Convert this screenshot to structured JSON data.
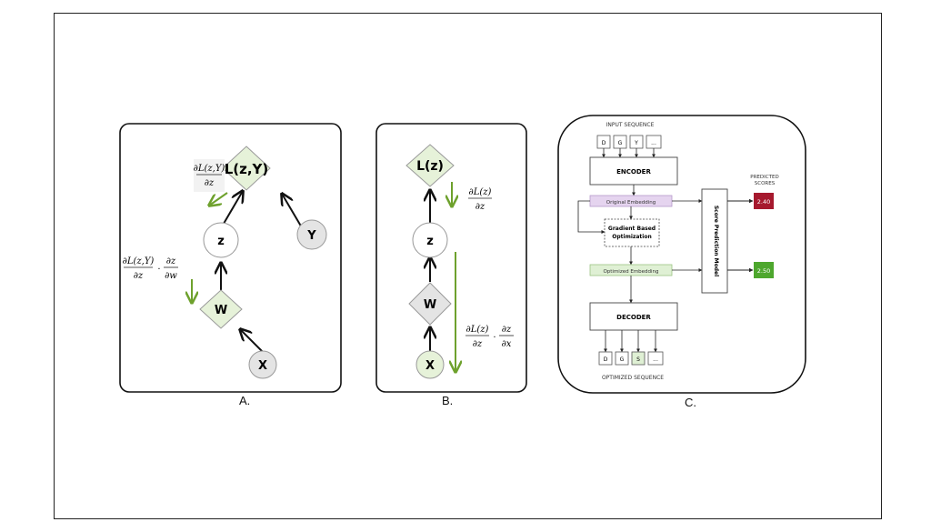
{
  "panel_a": {
    "caption": "A.",
    "nodes": {
      "loss": "L(z,Y)",
      "z": "z",
      "y": "Y",
      "w": "W",
      "x": "X"
    },
    "grad_top": {
      "num": "∂L(z,Y)",
      "den": "∂z"
    },
    "grad_chain": {
      "num1": "∂L(z,Y)",
      "den1": "∂z",
      "num2": "∂z",
      "den2": "∂w"
    }
  },
  "panel_b": {
    "caption": "B.",
    "nodes": {
      "loss": "L(z)",
      "z": "z",
      "w": "W",
      "x": "X"
    },
    "grad_top": {
      "num": "∂L(z)",
      "den": "∂z"
    },
    "grad_chain": {
      "num1": "∂L(z)",
      "den1": "∂z",
      "num2": "∂z",
      "den2": "∂x"
    }
  },
  "panel_c": {
    "caption": "C.",
    "input_label": "INPUT SEQUENCE",
    "input_tokens": [
      "D",
      "G",
      "Y",
      "..."
    ],
    "encoder": "ENCODER",
    "original_embedding": "Original Embedding",
    "optimizer": [
      "Gradient Based",
      "Optimization"
    ],
    "optimized_embedding": "Optimized Embedding",
    "decoder": "DECODER",
    "output_tokens": [
      "D",
      "G",
      "S",
      "..."
    ],
    "output_label": "OPTIMIZED SEQUENCE",
    "score_model": "Score Prediction Model",
    "predicted_label": [
      "PREDICTED",
      "SCORES"
    ],
    "score_original": "2.40",
    "score_optimized": "2.50",
    "colors": {
      "green_node": "#e6f2d9",
      "grey_node": "#e4e4e4",
      "green_arrow": "#6ea12d",
      "purple_box": "#e5d4ef",
      "green_box": "#dff0d4",
      "score_red": "#a6192e",
      "score_green": "#4ea72e"
    }
  }
}
